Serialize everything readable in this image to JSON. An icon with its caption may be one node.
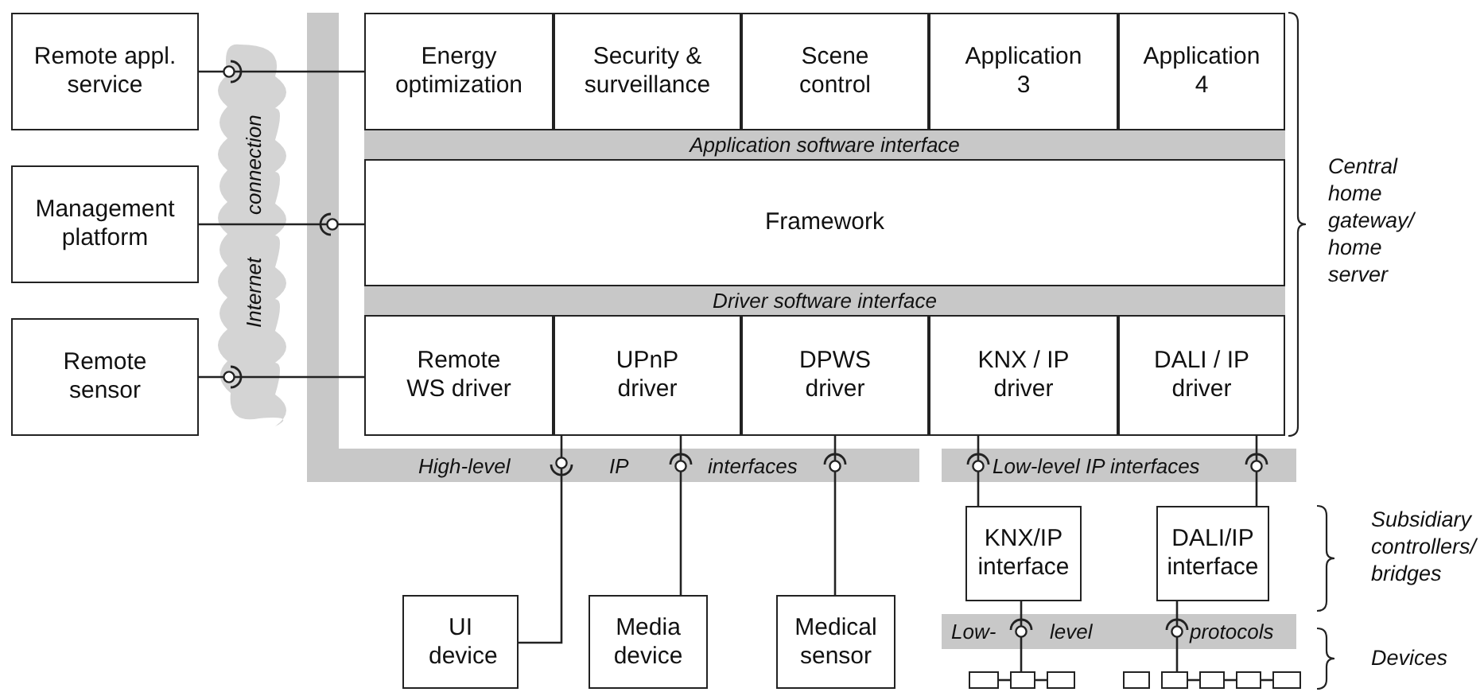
{
  "diagram": {
    "nodes": [
      {
        "text": [
          "Remote appl. service"
        ]
      },
      {
        "text": [
          "Management platform"
        ]
      },
      {
        "text": [
          "Remote sensor"
        ]
      },
      {
        "text": [
          "Energy optimization"
        ]
      },
      {
        "text": [
          "Security & surveillance"
        ]
      },
      {
        "text": [
          "Scene control"
        ]
      },
      {
        "text": [
          "Application 3"
        ]
      },
      {
        "text": [
          "Application 4"
        ]
      },
      {
        "text": [
          "Application software interface"
        ]
      },
      {
        "text": [
          "Framework"
        ]
      },
      {
        "text": [
          "Driver software interface"
        ]
      },
      {
        "text": [
          "Remote WS driver"
        ]
      },
      {
        "text": [
          "UPnP driver"
        ]
      },
      {
        "text": [
          "DPWS driver"
        ]
      },
      {
        "text": [
          "KNX / IP driver"
        ]
      },
      {
        "text": [
          "DALI / IP driver"
        ]
      },
      {
        "text": [
          "High-level",
          "IP",
          "interfaces"
        ]
      },
      {
        "text": [
          "Low-level IP interfaces"
        ]
      },
      {
        "text": [
          "KNX/IP interface"
        ]
      },
      {
        "text": [
          "DALI/IP interface"
        ]
      },
      {
        "text": [
          "Low-",
          "level",
          "protocols"
        ]
      },
      {
        "text": [
          "UI device"
        ]
      },
      {
        "text": [
          "Media device"
        ]
      },
      {
        "text": [
          "Medical sensor"
        ]
      },
      {
        "text": [],
        "shape": "box"
      },
      {
        "text": [],
        "shape": "box"
      },
      {
        "text": [],
        "shape": "box"
      },
      {
        "text": [],
        "shape": "box"
      },
      {
        "text": [],
        "shape": "box"
      },
      {
        "text": [],
        "shape": "box"
      },
      {
        "text": [],
        "shape": "box"
      },
      {
        "text": [],
        "shape": "box"
      }
    ],
    "edges": [
      {
        "from": 0,
        "to": 3,
        "arrow": "none"
      },
      {
        "from": 1,
        "to": 9,
        "arrow": "none"
      },
      {
        "from": 2,
        "to": 11,
        "arrow": "none"
      },
      {
        "from": 12,
        "to": 16,
        "arrow": "none"
      },
      {
        "from": 16,
        "to": 21,
        "arrow": "none"
      },
      {
        "from": 12,
        "to": 16,
        "arrow": "none"
      },
      {
        "from": 16,
        "to": 22,
        "arrow": "none"
      },
      {
        "from": 13,
        "to": 16,
        "arrow": "none"
      },
      {
        "from": 16,
        "to": 23,
        "arrow": "none"
      },
      {
        "from": 14,
        "to": 17,
        "arrow": "none"
      },
      {
        "from": 17,
        "to": 18,
        "arrow": "none"
      },
      {
        "from": 15,
        "to": 17,
        "arrow": "none"
      },
      {
        "from": 17,
        "to": 19,
        "arrow": "none"
      },
      {
        "from": 18,
        "to": 20,
        "arrow": "none"
      },
      {
        "from": 20,
        "to": 25,
        "arrow": "none"
      },
      {
        "from": 19,
        "to": 20,
        "arrow": "none"
      },
      {
        "from": 20,
        "to": 28,
        "arrow": "none"
      },
      {
        "from": 24,
        "to": 25,
        "arrow": "none"
      },
      {
        "from": 25,
        "to": 26,
        "arrow": "none"
      },
      {
        "from": 28,
        "to": 29,
        "arrow": "none"
      },
      {
        "from": 29,
        "to": 30,
        "arrow": "none"
      },
      {
        "from": 30,
        "to": 31,
        "arrow": "none"
      }
    ],
    "labels": [
      "connection",
      "Internet",
      "Central home gateway/ home server",
      "Subsidiary controllers/ bridges",
      "Devices"
    ]
  }
}
